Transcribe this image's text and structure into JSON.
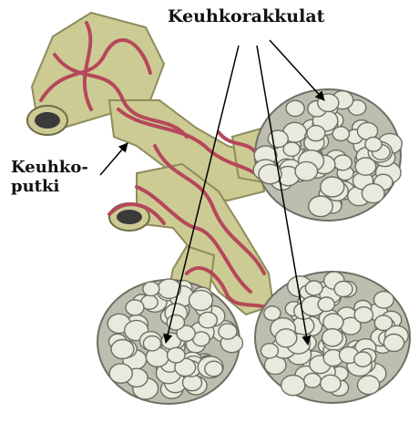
{
  "labels": {
    "alveolar_sacs": "Keuhkorakkulat",
    "bronchiole_line1": "Keuhko-",
    "bronchiole_line2": "putki"
  },
  "colors": {
    "tube": "#cdcb94",
    "tube_shadow": "#8e8c5c",
    "vessel": "#b5485a",
    "alveolus": "#e9e9de",
    "alveolus_edge": "#6e6e62",
    "lumen": "#3a3a3a",
    "text": "#111111"
  }
}
